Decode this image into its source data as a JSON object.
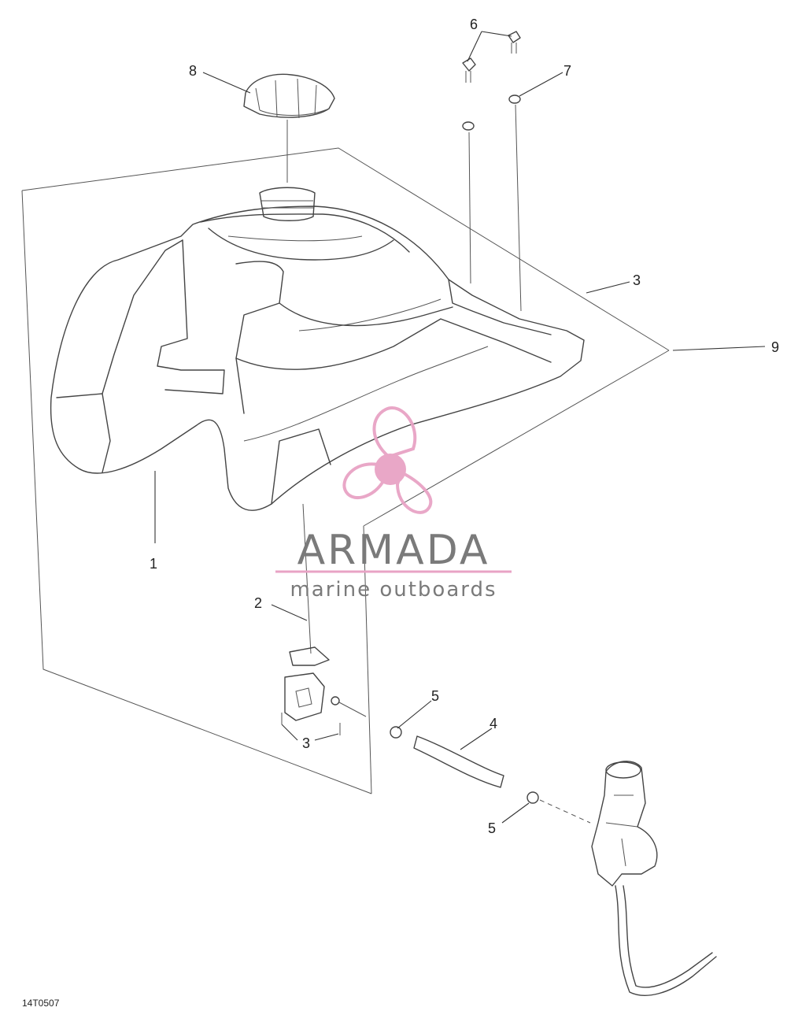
{
  "callouts": {
    "c1": "1",
    "c2": "2",
    "c3_top": "3",
    "c3_bottom": "3",
    "c4": "4",
    "c5_upper": "5",
    "c5_lower": "5",
    "c6": "6",
    "c7": "7",
    "c8": "8",
    "c9": "9"
  },
  "watermark": {
    "brand": "ARMADA",
    "tagline": "marine outboards",
    "text_color": "#7a7a7a",
    "accent_color": "#e8a3c5"
  },
  "figure_code": "14T0507"
}
